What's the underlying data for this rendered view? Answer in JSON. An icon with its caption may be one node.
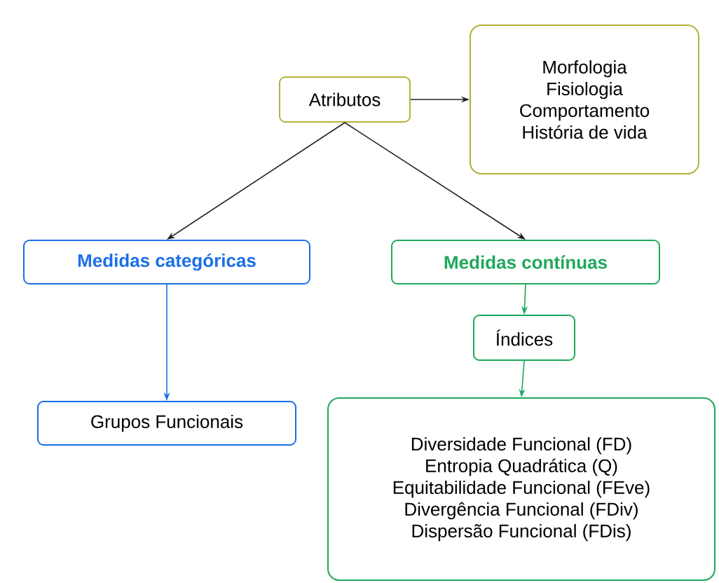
{
  "diagram": {
    "nodes": [
      {
        "text": [
          "Atributos"
        ]
      },
      {
        "text": [
          "Morfologia",
          "Fisiologia",
          "Comportamento",
          "História de vida"
        ]
      },
      {
        "text": [
          "Medidas categóricas"
        ]
      },
      {
        "text": [
          "Medidas contínuas"
        ]
      },
      {
        "text": [
          "Índices"
        ]
      },
      {
        "text": [
          "Grupos Funcionais"
        ]
      },
      {
        "text": [
          "Diversidade Funcional (FD)",
          "Entropia Quadrática (Q)",
          "Equitabilidade Funcional (FEve)",
          "Divergência Funcional (FDiv)",
          "Dispersão Funcional (FDis)"
        ]
      }
    ],
    "edges": [
      {
        "from": 0,
        "to": 1,
        "arrow": "to"
      },
      {
        "from": 0,
        "to": 2,
        "arrow": "to"
      },
      {
        "from": 0,
        "to": 3,
        "arrow": "to"
      },
      {
        "from": 2,
        "to": 5,
        "arrow": "to",
        "color": "#1a6fe8"
      },
      {
        "from": 3,
        "to": 4,
        "arrow": "to",
        "color": "#1ea85a"
      },
      {
        "from": 4,
        "to": 6,
        "arrow": "to",
        "color": "#1ea85a"
      }
    ]
  }
}
